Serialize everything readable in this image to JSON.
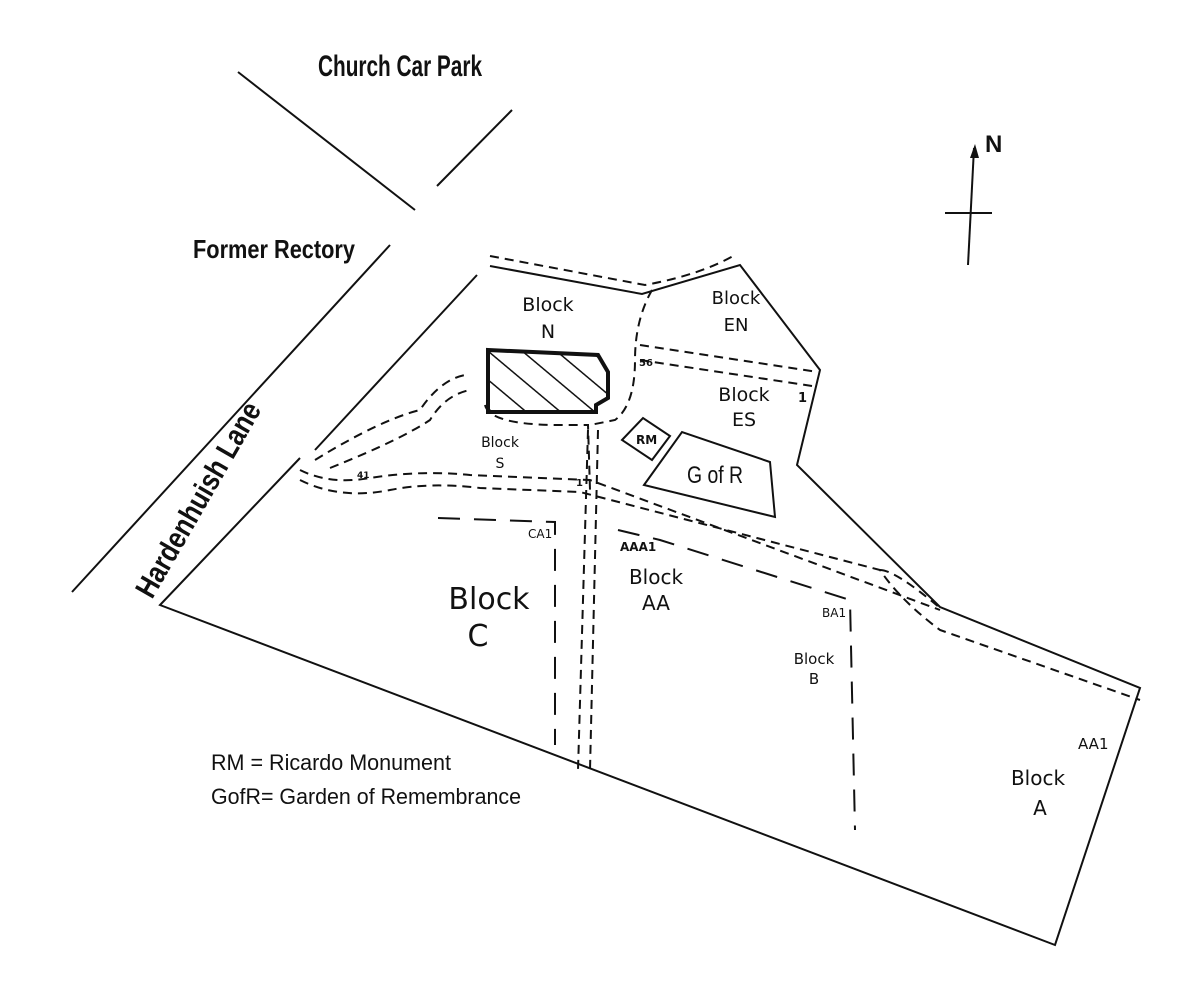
{
  "places": {
    "church_car_park": "Church Car Park",
    "former_rectory": "Former Rectory",
    "lane": "Hardenhuish Lane"
  },
  "compass": {
    "north": "N"
  },
  "blocks": {
    "n": [
      "Block",
      "N"
    ],
    "en": [
      "Block",
      "EN"
    ],
    "es": [
      "Block",
      "ES"
    ],
    "s": [
      "Block",
      "S"
    ],
    "c": [
      "Block",
      "C"
    ],
    "aa": [
      "Block",
      "AA"
    ],
    "b": [
      "Block",
      "B"
    ],
    "a": [
      "Block",
      "A"
    ]
  },
  "features": {
    "rm": "RM",
    "gofr": "G of R"
  },
  "markers": {
    "n56": "56",
    "es1": "1",
    "s41": "41",
    "s1": "1",
    "ca1": "CA1",
    "aaa1": "AAA1",
    "ba1": "BA1",
    "aa1": "AA1"
  },
  "legend": {
    "rm": "RM = Ricardo Monument",
    "gofr": "GofR= Garden of Remembrance"
  }
}
